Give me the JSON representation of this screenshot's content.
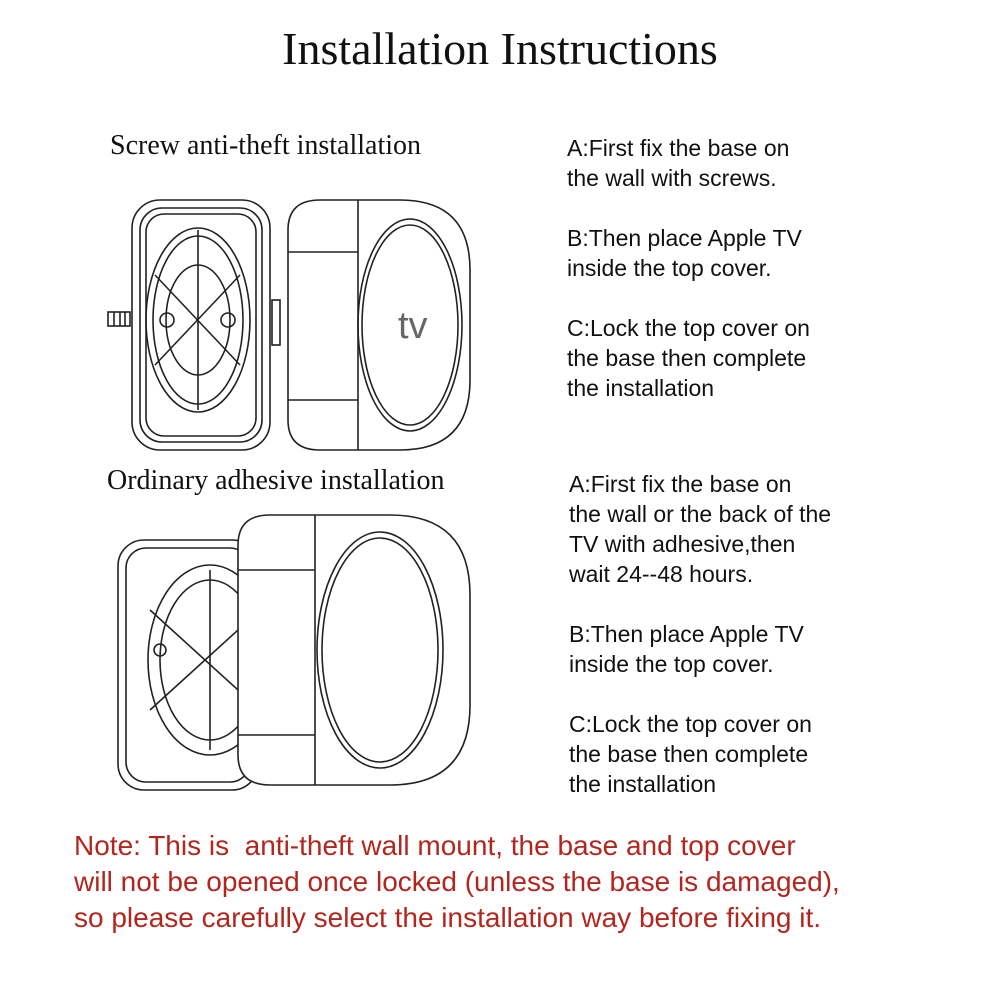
{
  "title": "Installation Instructions",
  "sections": [
    {
      "heading": "Screw anti-theft installation",
      "steps": [
        [
          "A:First fix the base on",
          "the wall with screws."
        ],
        [
          "B:Then place Apple TV",
          "inside the top cover."
        ],
        [
          "C:Lock the top cover on",
          "the base then complete",
          "the installation"
        ]
      ],
      "device_logo": "tv"
    },
    {
      "heading": "Ordinary adhesive installation",
      "steps": [
        [
          "A:First fix the base on",
          "the wall or the back of the",
          "TV with adhesive,then",
          "wait 24--48 hours."
        ],
        [
          "B:Then place Apple TV",
          "inside the top cover."
        ],
        [
          "C:Lock the top cover on",
          "the base then complete",
          "the installation"
        ]
      ]
    }
  ],
  "note": [
    "Note: This is  anti-theft wall mount, the base and top cover",
    "will not be opened once locked (unless the base is damaged),",
    "so please carefully select the installation way before fixing it."
  ],
  "colors": {
    "note": "#b3261e",
    "text": "#111111"
  }
}
